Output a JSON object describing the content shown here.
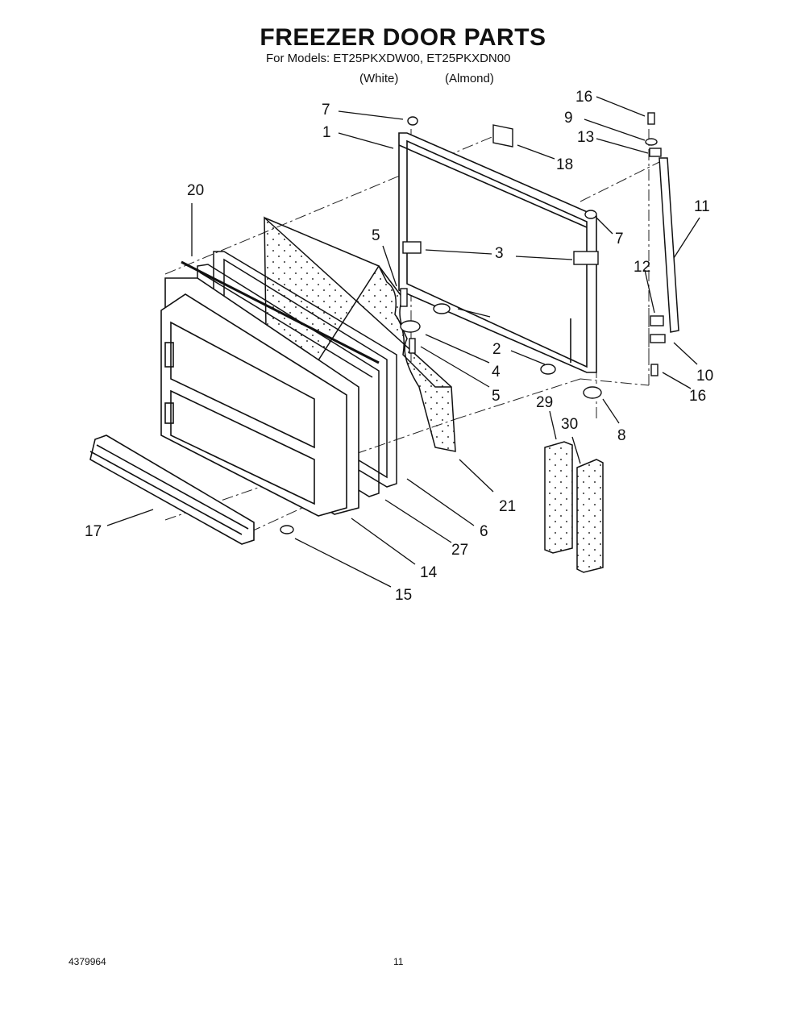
{
  "header": {
    "title": "FREEZER DOOR PARTS",
    "subtitle": "For Models: ET25PKXDW00, ET25PKXDN00",
    "variant_white": "(White)",
    "variant_almond": "(Almond)"
  },
  "callouts": [
    {
      "id": "c1",
      "text": "1"
    },
    {
      "id": "c2a",
      "text": "2"
    },
    {
      "id": "c3",
      "text": "3"
    },
    {
      "id": "c4",
      "text": "4"
    },
    {
      "id": "c5a",
      "text": "5"
    },
    {
      "id": "c5b",
      "text": "5"
    },
    {
      "id": "c6",
      "text": "6"
    },
    {
      "id": "c7a",
      "text": "7"
    },
    {
      "id": "c7b",
      "text": "7"
    },
    {
      "id": "c8",
      "text": "8"
    },
    {
      "id": "c9",
      "text": "9"
    },
    {
      "id": "c10",
      "text": "10"
    },
    {
      "id": "c11",
      "text": "11"
    },
    {
      "id": "c12",
      "text": "12"
    },
    {
      "id": "c13",
      "text": "13"
    },
    {
      "id": "c14",
      "text": "14"
    },
    {
      "id": "c15",
      "text": "15"
    },
    {
      "id": "c16a",
      "text": "16"
    },
    {
      "id": "c16b",
      "text": "16"
    },
    {
      "id": "c17",
      "text": "17"
    },
    {
      "id": "c18",
      "text": "18"
    },
    {
      "id": "c20",
      "text": "20"
    },
    {
      "id": "c21",
      "text": "21"
    },
    {
      "id": "c27",
      "text": "27"
    },
    {
      "id": "c29",
      "text": "29"
    },
    {
      "id": "c30",
      "text": "30"
    }
  ],
  "footer": {
    "doc_number": "4379964",
    "page_number": "11"
  }
}
